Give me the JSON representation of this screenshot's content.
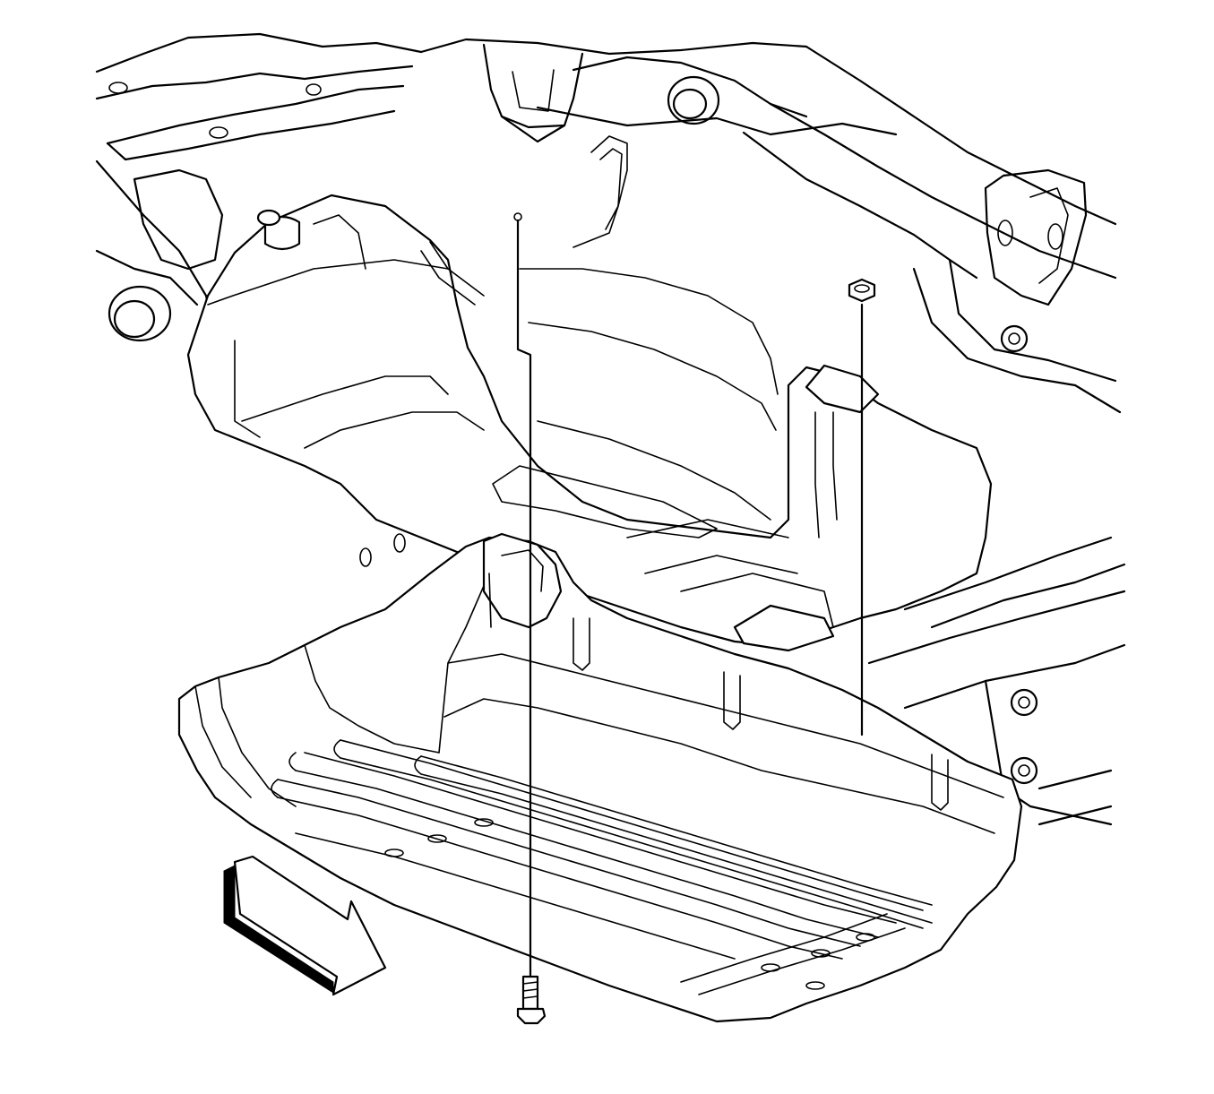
{
  "diagram": {
    "type": "line-art-illustration",
    "parts": [
      "frame-crossmember",
      "fuel-tank",
      "fuel-tank-shield",
      "shield-bolt-front",
      "shield-bolt-rear",
      "front-direction-arrow"
    ],
    "colors": {
      "line": "#000000",
      "background": "#ffffff"
    }
  }
}
